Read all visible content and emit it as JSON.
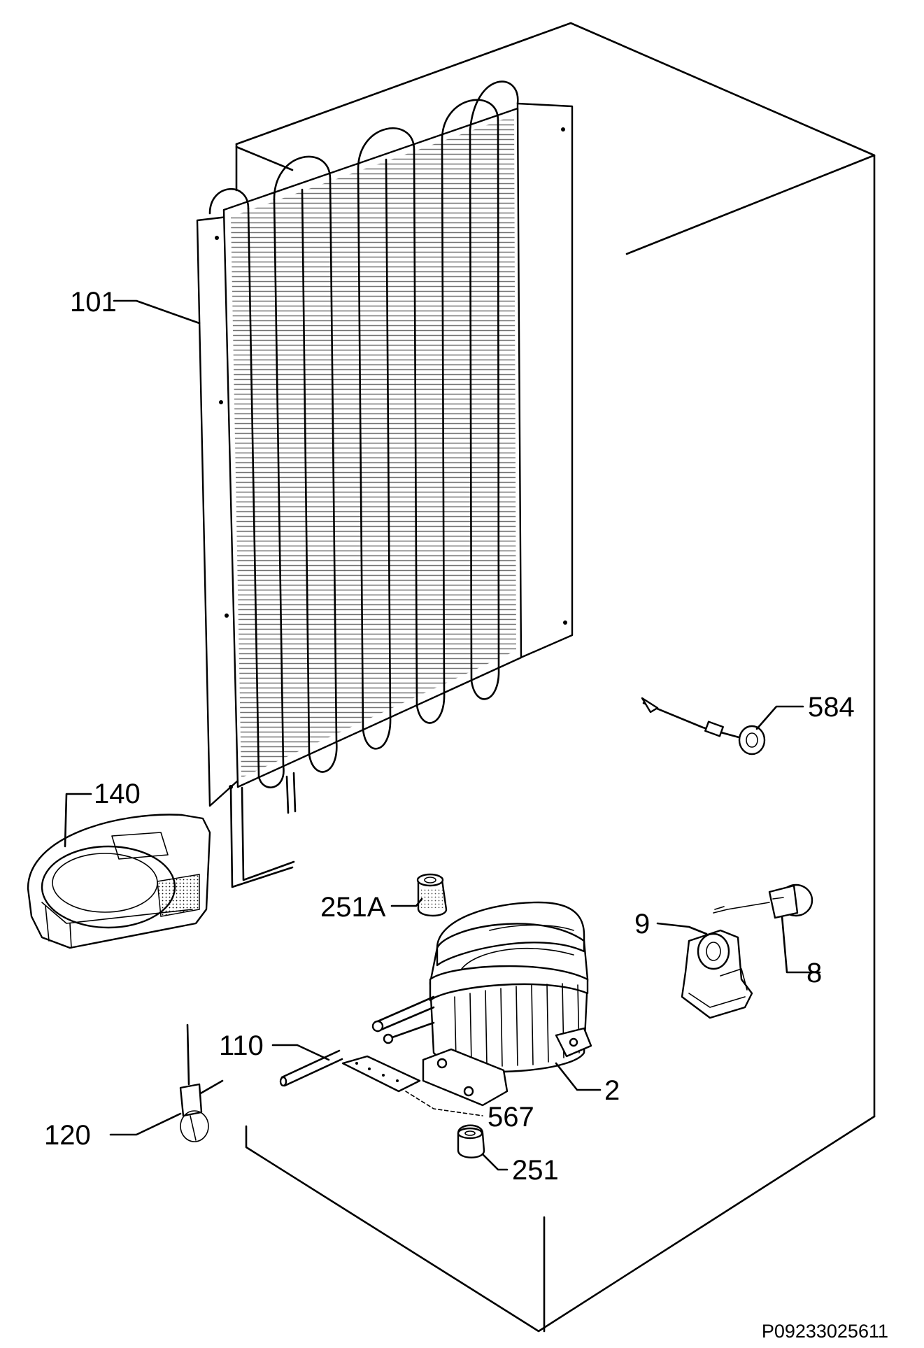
{
  "diagram": {
    "labels": {
      "l101": "101",
      "l140": "140",
      "l584": "584",
      "l251A": "251A",
      "l9": "9",
      "l8": "8",
      "l110": "110",
      "l2": "2",
      "l567": "567",
      "l120": "120",
      "l251": "251"
    },
    "reference": "P09233025611"
  }
}
